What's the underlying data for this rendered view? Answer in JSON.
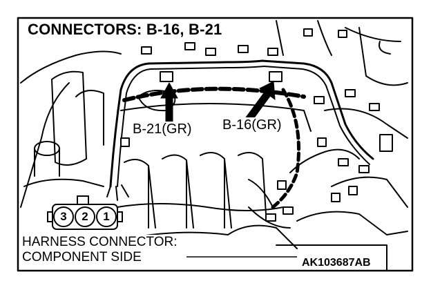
{
  "title": "CONNECTORS: B-16, B-21",
  "callouts": {
    "b21": "B-21(GR)",
    "b16": "B-16(GR)"
  },
  "connector_face": {
    "pins": [
      "3",
      "2",
      "1"
    ],
    "caption_line1": "HARNESS CONNECTOR:",
    "caption_line2": "COMPONENT SIDE"
  },
  "figure_code": "AK103687AB",
  "colors": {
    "ink": "#000000",
    "paper": "#ffffff"
  }
}
